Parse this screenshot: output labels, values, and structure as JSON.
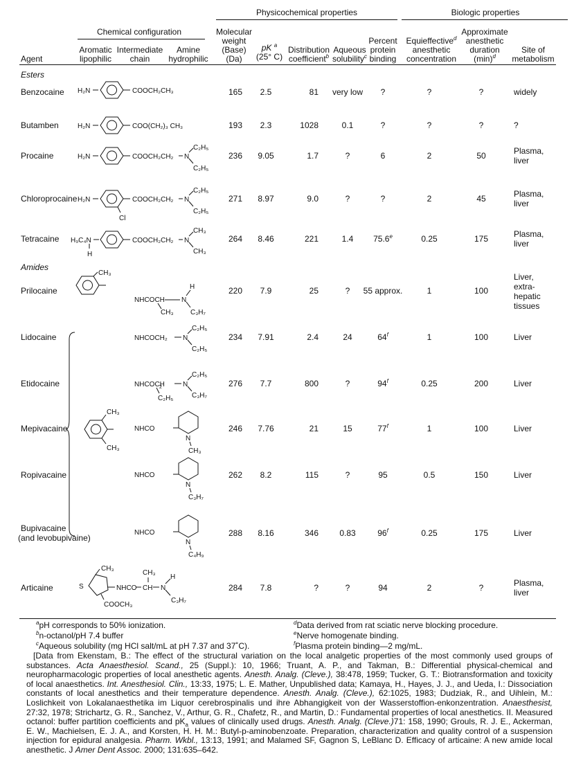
{
  "headers": {
    "physicochemical": "Physicochemical properties",
    "biologic": "Biologic properties",
    "chemical_configuration": "Chemical configuration",
    "agent": "Agent",
    "aromatic": [
      "Aromatic",
      "lipophilic"
    ],
    "intermediate": [
      "Intermediate",
      "chain"
    ],
    "amine": [
      "Amine",
      "hydrophilic"
    ],
    "mol_weight": [
      "Molecular",
      "weight",
      "(Base)",
      "(Da)"
    ],
    "pk": [
      "pK",
      "a",
      "(25° C)"
    ],
    "distribution": [
      "Distribution",
      "coefficient",
      "b"
    ],
    "aqueous": [
      "Aqueous",
      "solubility",
      "c"
    ],
    "protein": [
      "Percent",
      "protein",
      "binding"
    ],
    "equieffective": [
      "Equieffective",
      "d",
      "anesthetic",
      "concentration"
    ],
    "duration": [
      "Approximate",
      "anesthetic",
      "duration",
      "(min)",
      "d"
    ],
    "metabolism": [
      "Site of",
      "metabolism"
    ]
  },
  "sections": {
    "esters": "Esters",
    "amides": "Amides"
  },
  "rows": [
    {
      "agent": "Benzocaine",
      "mw": "165",
      "pk": "2.5",
      "dist": "81",
      "aq": "very low",
      "prot": "?",
      "protsup": "",
      "equi": "?",
      "dur": "?",
      "met": [
        "widely"
      ]
    },
    {
      "agent": "Butamben",
      "mw": "193",
      "pk": "2.3",
      "dist": "1028",
      "aq": "0.1",
      "prot": "?",
      "protsup": "",
      "equi": "?",
      "dur": "?",
      "met": [
        "?"
      ]
    },
    {
      "agent": "Procaine",
      "mw": "236",
      "pk": "9.05",
      "dist": "1.7",
      "aq": "?",
      "prot": "6",
      "protsup": "",
      "equi": "2",
      "dur": "50",
      "met": [
        "Plasma,",
        "liver"
      ]
    },
    {
      "agent": "Chloroprocaine",
      "mw": "271",
      "pk": "8.97",
      "dist": "9.0",
      "aq": "?",
      "prot": "?",
      "protsup": "",
      "equi": "2",
      "dur": "45",
      "met": [
        "Plasma,",
        "liver"
      ]
    },
    {
      "agent": "Tetracaine",
      "mw": "264",
      "pk": "8.46",
      "dist": "221",
      "aq": "1.4",
      "prot": "75.6",
      "protsup": "e",
      "equi": "0.25",
      "dur": "175",
      "met": [
        "Plasma,",
        "liver"
      ]
    },
    {
      "agent": "Prilocaine",
      "mw": "220",
      "pk": "7.9",
      "dist": "25",
      "aq": "?",
      "prot": "55 approx.",
      "protsup": "",
      "equi": "1",
      "dur": "100",
      "met": [
        "Liver,",
        "extra-",
        "hepatic",
        "tissues"
      ]
    },
    {
      "agent": "Lidocaine",
      "mw": "234",
      "pk": "7.91",
      "dist": "2.4",
      "aq": "24",
      "prot": "64",
      "protsup": "f",
      "equi": "1",
      "dur": "100",
      "met": [
        "Liver"
      ]
    },
    {
      "agent": "Etidocaine",
      "mw": "276",
      "pk": "7.7",
      "dist": "800",
      "aq": "?",
      "prot": "94",
      "protsup": "f",
      "equi": "0.25",
      "dur": "200",
      "met": [
        "Liver"
      ]
    },
    {
      "agent": "Mepivacaine",
      "mw": "246",
      "pk": "7.76",
      "dist": "21",
      "aq": "15",
      "prot": "77",
      "protsup": "f",
      "equi": "1",
      "dur": "100",
      "met": [
        "Liver"
      ]
    },
    {
      "agent": "Ropivacaine",
      "mw": "262",
      "pk": "8.2",
      "dist": "115",
      "aq": "?",
      "prot": "95",
      "protsup": "",
      "equi": "0.5",
      "dur": "150",
      "met": [
        "Liver"
      ]
    },
    {
      "agent": "Bupivacaine",
      "agent2": "(and levobupivaine)",
      "mw": "288",
      "pk": "8.16",
      "dist": "346",
      "aq": "0.83",
      "prot": "96",
      "protsup": "f",
      "equi": "0.25",
      "dur": "175",
      "met": [
        "Liver"
      ]
    },
    {
      "agent": "Articaine",
      "mw": "284",
      "pk": "7.8",
      "dist": "?",
      "aq": "?",
      "prot": "94",
      "protsup": "",
      "equi": "2",
      "dur": "?",
      "met": [
        "Plasma,",
        "liver"
      ]
    }
  ],
  "structures": {
    "h2n": "H₂N",
    "h9c4n": "H₉C₄N",
    "h": "H",
    "cl": "Cl",
    "ch3": "CH₃",
    "benzocaine_chain": "COOCH₂CH₃",
    "butamben_chain": "COO(CH₂)₃ CH₃",
    "ester_chain": "COOCH₂CH₂",
    "n": "N",
    "c2h5": "C₂H₅",
    "c3h7": "C₃H₇",
    "c4h9": "C₄H₉",
    "nhcoch": "NHCOCH",
    "nhcoch2": "NHCOCH₂",
    "nhcoch2_etido": "NHCOCH",
    "nhco": "NHCO",
    "s": "S",
    "nhco_ch": "NHCO",
    "ch": "CH",
    "cooch3": "COOCH₃"
  },
  "footnotes": {
    "a": "pH corresponds to 50% ionization.",
    "b": "n-octanol/pH 7.4 buffer",
    "c": "Aqueous solubility (mg HCl salt/mL at pH 7.37 and 37˚C).",
    "d": "Data derived from rat sciatic nerve blocking procedure.",
    "e": "Nerve homogenate binding.",
    "f": "Plasma protein binding—2 mg/mL.",
    "marks": [
      "a",
      "b",
      "c",
      "d",
      "e",
      "f"
    ]
  },
  "sources": [
    "[Data from Ekenstam, B.: The effect of the structural variation on the local analgetic properties of the most commonly used groups of substances. ",
    "Acta Anaesthesiol. Scand.,",
    " 25 (Suppl.): 10, 1966; Truant, A. P., and Takman, B.: Differential physical-chemical and neuropharmacologic properties of local anesthetic agents. ",
    "Anesth. Analg. (Cleve.),",
    " 38:478, 1959; Tucker, G. T.: Biotransformation and toxicity of local anaesthetics. ",
    "Int. Anesthesiol. Clin.,",
    " 13:33, 1975; L. E. Mather, Unpublished data; Kamaya, H., Hayes, J. J., and Ueda, I.: Dissociation constants of local anesthetics and their temperature dependence. ",
    "Anesth. Analg. (Cleve.),",
    " 62:1025, 1983; Dudziak, R., and Uihlein, M.: Loslichkeit von Lokalanaesthetika im Liquor cerebrospinalis und ihre Abhangigkeit von der Wasserstoffion-enkonzentration. ",
    "Anaesthesist,",
    " 27:32, 1978; Strichartz, G. R., Sanchez, V., Arthur, G. R., Chafetz, R., and Martin, D.: Fundamental properties of local anesthetics. II. Measured octanol: buffer partition coefficients and pK",
    "a",
    " values of clinically used drugs. ",
    "Anesth. Analg. (Cleve.)",
    "71: 158, 1990; Grouls, R. J. E., Ackerman, E. W., Machielsen, E. J. A., and Korsten, H. H. M.: Butyl-p-aminobenzoate. Preparation, characterization and quality control of a suspension injection for epidural analgesia. ",
    "Pharm. Wkbl.,",
    " 13:13, 1991; and Malamed SF, Gagnon S, LeBlanc D. Efficacy of articaine: A new amide local anesthetic. J ",
    "Amer Dent Assoc.",
    " 2000; 131:635–642."
  ]
}
